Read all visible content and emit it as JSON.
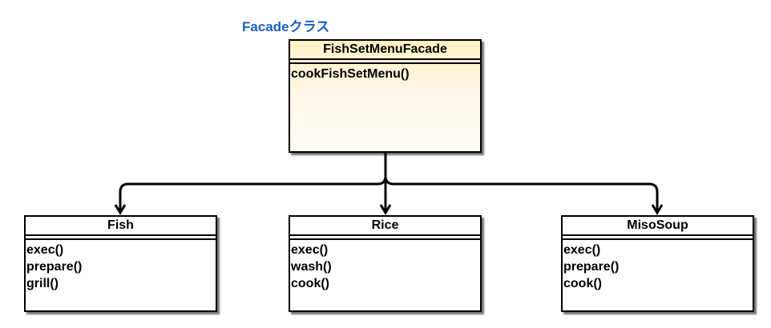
{
  "facade_label": "Facadeクラス",
  "facade": {
    "name": "FishSetMenuFacade",
    "methods": [
      "cookFishSetMenu()"
    ]
  },
  "subsystems": [
    {
      "name": "Fish",
      "methods": [
        "exec()",
        "prepare()",
        "grill()"
      ]
    },
    {
      "name": "Rice",
      "methods": [
        "exec()",
        "wash()",
        "cook()"
      ]
    },
    {
      "name": "MisoSoup",
      "methods": [
        "exec()",
        "prepare()",
        "cook()"
      ]
    }
  ],
  "colors": {
    "label": "#1a5fc8",
    "line": "#000000"
  }
}
